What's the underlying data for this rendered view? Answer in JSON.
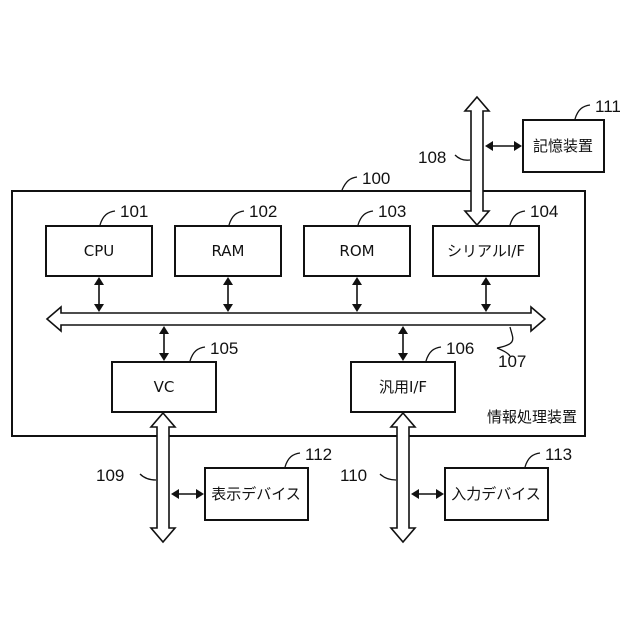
{
  "device": {
    "ref": "100",
    "label": "情報処理装置"
  },
  "components": {
    "cpu": {
      "ref": "101",
      "label": "CPU"
    },
    "ram": {
      "ref": "102",
      "label": "RAM"
    },
    "rom": {
      "ref": "103",
      "label": "ROM"
    },
    "serial_if": {
      "ref": "104",
      "label": "シリアルI/F"
    },
    "vc": {
      "ref": "105",
      "label": "VC"
    },
    "general_if": {
      "ref": "106",
      "label": "汎用I/F"
    }
  },
  "buses": {
    "system_bus": {
      "ref": "107"
    },
    "serial_bus": {
      "ref": "108"
    },
    "video_bus": {
      "ref": "109"
    },
    "general_bus": {
      "ref": "110"
    }
  },
  "external": {
    "storage": {
      "ref": "111",
      "label": "記憶装置"
    },
    "display": {
      "ref": "112",
      "label": "表示デバイス"
    },
    "input": {
      "ref": "113",
      "label": "入力デバイス"
    }
  }
}
